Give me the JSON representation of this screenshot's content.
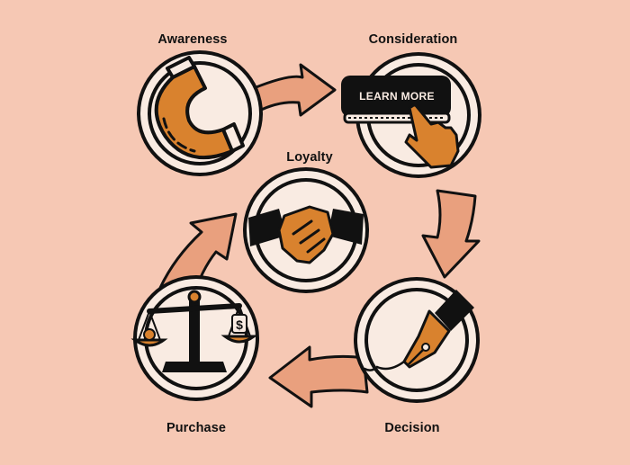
{
  "diagram": {
    "stages": [
      {
        "id": "awareness",
        "label": "Awareness",
        "icon": "magnet-icon"
      },
      {
        "id": "consideration",
        "label": "Consideration",
        "icon": "learn-more-button-icon",
        "button_text": "LEARN MORE"
      },
      {
        "id": "decision",
        "label": "Decision",
        "icon": "fountain-pen-icon"
      },
      {
        "id": "purchase",
        "label": "Purchase",
        "icon": "balance-scale-icon"
      },
      {
        "id": "loyalty",
        "label": "Loyalty",
        "icon": "handshake-icon"
      }
    ],
    "colors": {
      "background": "#f6c8b4",
      "circle_fill": "#f9ebe2",
      "outline": "#111111",
      "accent_orange": "#d9822e",
      "arrow_fill": "#e9a07e"
    }
  }
}
